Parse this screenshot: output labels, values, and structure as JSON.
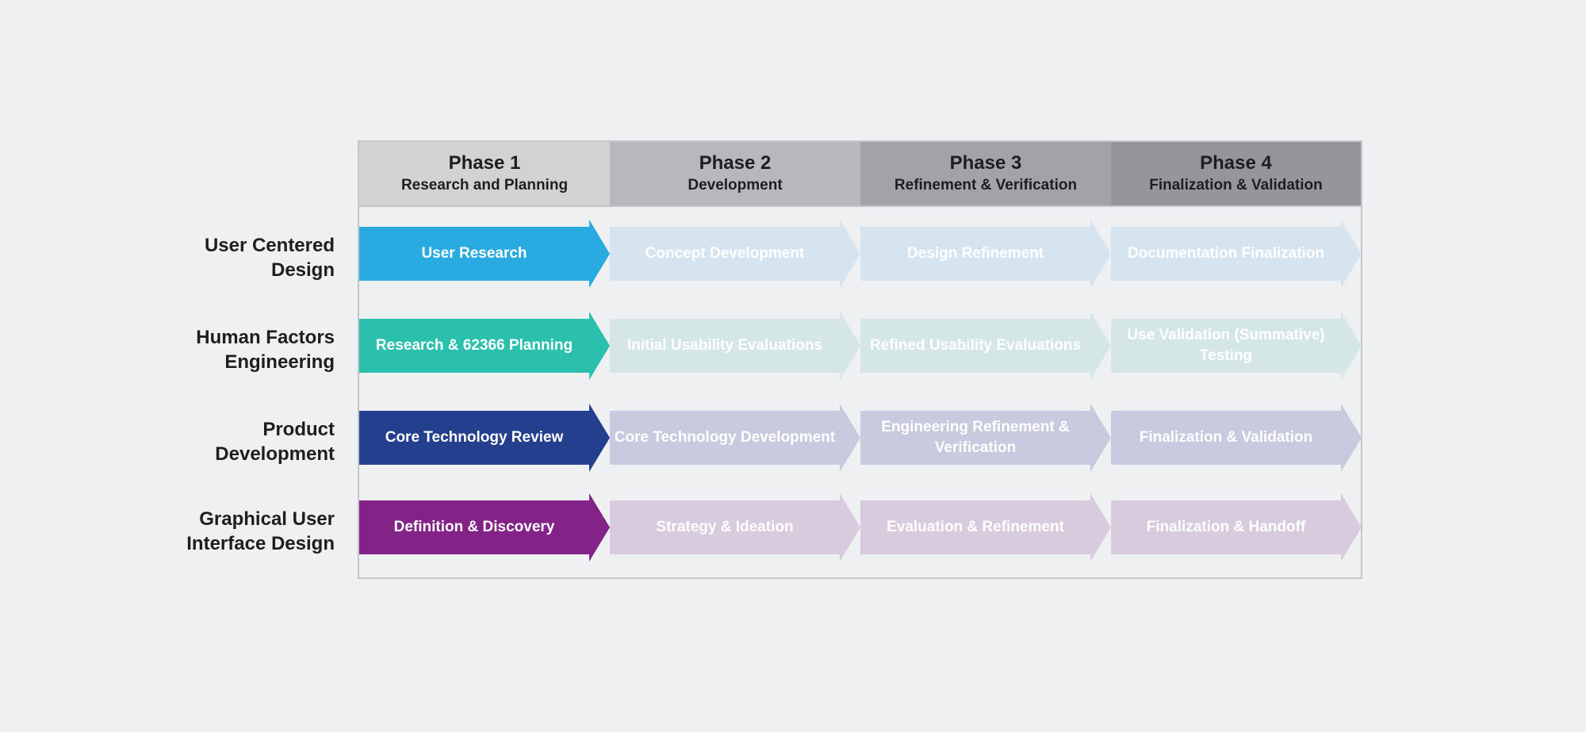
{
  "phases": [
    {
      "title": "Phase 1",
      "subtitle": "Research and Planning",
      "color": "#d1d2d4"
    },
    {
      "title": "Phase 2",
      "subtitle": "Development",
      "color": "#b7b8bb"
    },
    {
      "title": "Phase 3",
      "subtitle": "Refinement & Verification",
      "color": "#a2a3a6"
    },
    {
      "title": "Phase 4",
      "subtitle": "Finalization & Validation",
      "color": "#959699"
    }
  ],
  "tracks": [
    {
      "label_line1": "User Centered",
      "label_line2": "Design",
      "active_color": "#29abe2",
      "faded_color": "#d6e4f0",
      "steps": [
        "User Research",
        "Concept Development",
        "Design Refinement",
        "Documentation Finalization"
      ],
      "active_phase": 1
    },
    {
      "label_line1": "Human Factors",
      "label_line2": "Engineering",
      "active_color": "#2bbfad",
      "faded_color": "#d4e6e5",
      "steps": [
        "Research & 62366 Planning",
        "Initial Usability Evaluations",
        "Refined Usability Evaluations",
        "Use Validation (Summative) Testing"
      ],
      "active_phase": 1
    },
    {
      "label_line1": "Product",
      "label_line2": "Development",
      "active_color": "#233f8e",
      "faded_color": "#c8cadf",
      "steps": [
        "Core Technology Review",
        "Core Technology Development",
        "Engineering Refinement & Verification",
        "Finalization & Validation"
      ],
      "active_phase": 1
    },
    {
      "label_line1": "Graphical User",
      "label_line2": "Interface Design",
      "active_color": "#832387",
      "faded_color": "#d9cbde",
      "steps": [
        "Definition & Discovery",
        "Strategy & Ideation",
        "Evaluation & Refinement",
        "Finalization & Handoff"
      ],
      "active_phase": 1
    }
  ]
}
